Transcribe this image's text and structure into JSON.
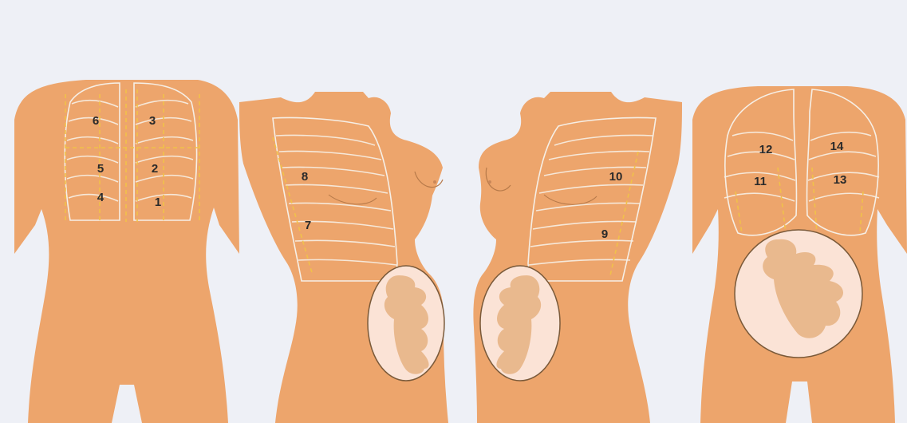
{
  "colors": {
    "background": "#eef0f6",
    "skin": "#eda56c",
    "belly": "#fbe3d6",
    "fetus": "#e9b98e",
    "scan_line": "#f0c14a",
    "rib_line": "#f6efe6"
  },
  "views": [
    {
      "view": "back",
      "labels": [
        "6",
        "3",
        "5",
        "2",
        "4",
        "1"
      ]
    },
    {
      "view": "right-lateral",
      "labels": [
        "8",
        "7"
      ]
    },
    {
      "view": "left-lateral",
      "labels": [
        "10",
        "9"
      ]
    },
    {
      "view": "front",
      "labels": [
        "12",
        "14",
        "11",
        "13"
      ]
    }
  ]
}
